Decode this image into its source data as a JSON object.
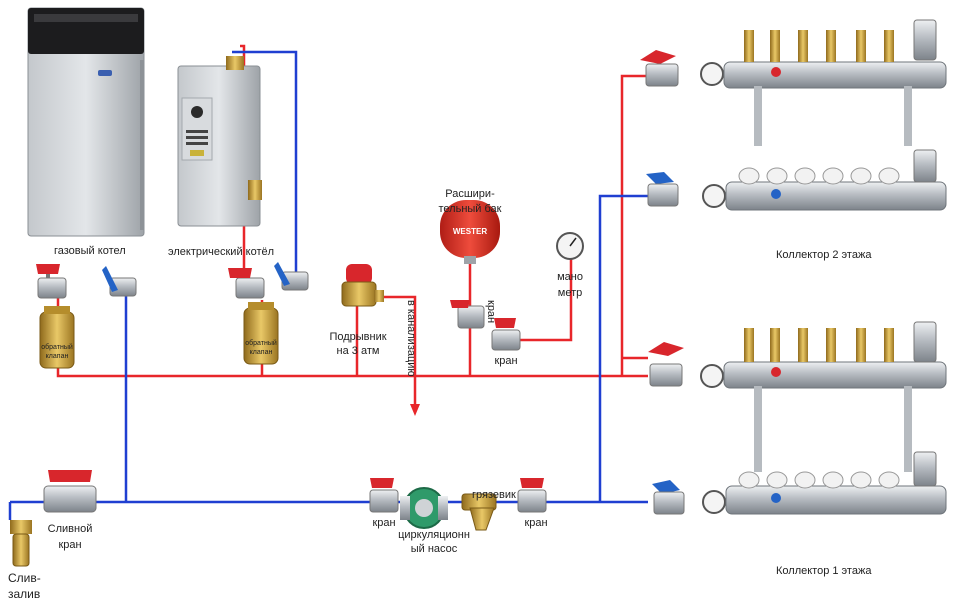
{
  "labels": {
    "gas_boiler": "газовый котел",
    "electric_boiler": "электрический котёл",
    "check_valve_1": "обратный клапан",
    "check_valve_2": "обратный клапан",
    "safety_valve_line1": "Подрывник",
    "safety_valve_line2": "на 3 атм",
    "to_sewer": "в канализацию",
    "expansion_tank_line1": "Расшири-",
    "expansion_tank_line2": "тельный бак",
    "tank_brand": "WESTER",
    "valve_tank_vertical": "кран",
    "valve_gauge": "кран",
    "manometer_line1": "мано",
    "manometer_line2": "метр",
    "collector_2": "Коллектор 2 этажа",
    "collector_1": "Коллектор 1 этажа",
    "drain_valve_line1": "Сливной",
    "drain_valve_line2": "кран",
    "drain_fill_line1": "Слив-",
    "drain_fill_line2": "залив",
    "pump_valve_left": "кран",
    "pump_valve_right": "кран",
    "pump_line1": "циркуляционн",
    "pump_line2": "ый насос",
    "dirt_filter": "грязевик"
  },
  "colors": {
    "supply_pipe": "#e8262a",
    "return_pipe": "#1f3fd1",
    "valve_red": "#d8262c",
    "valve_blue": "#2463c6",
    "brass": "#c9a23a",
    "steel": "#b9bdc2",
    "tank_red": "#e23a2c"
  }
}
